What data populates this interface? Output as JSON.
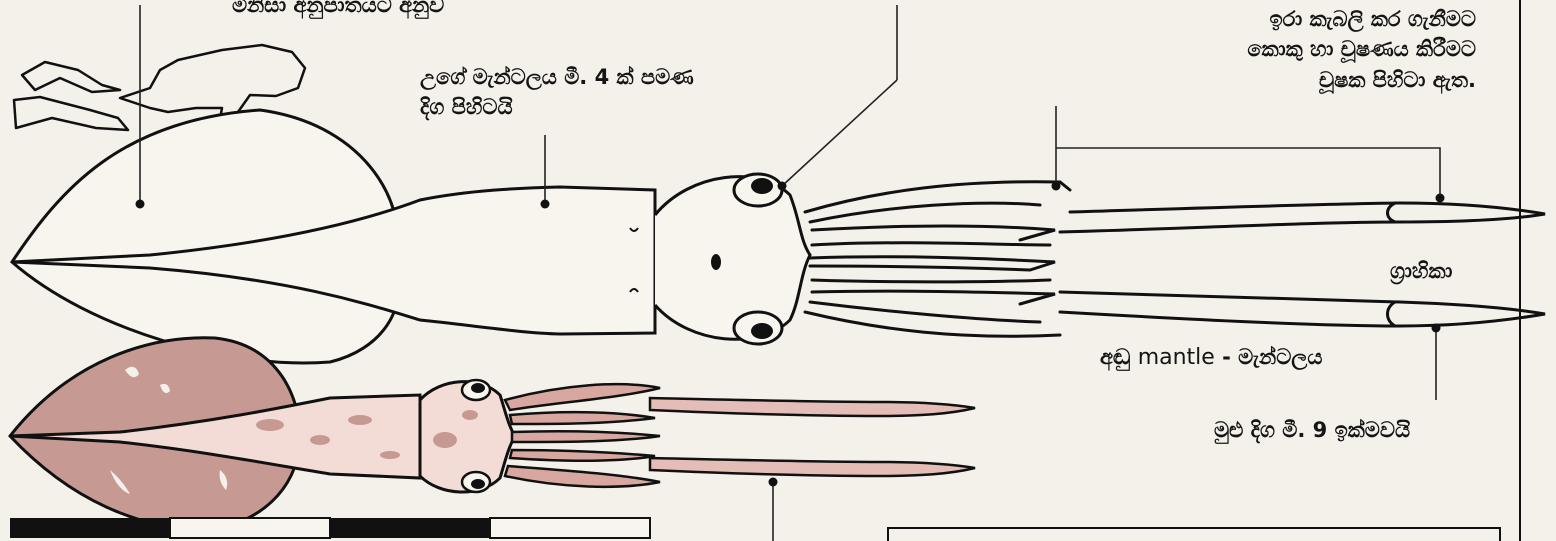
{
  "labels": {
    "scale_note": "මිනිසා අනුපාතයට අනුව",
    "mantle_length_line1": "උගේ මැන්ටලය මී. 4 ක් පමණ",
    "mantle_length_line2": "දිග පිහිටයි",
    "suckers_line1": "ඉරා කැබලි කර ගැනීමට",
    "suckers_line2": "කොකු හා චූෂණය කිරීමට",
    "suckers_line3": "චූෂක පිහිටා ඇත.",
    "tentacle": "ග්‍රාහිකා",
    "fin_prefix": "අඬු",
    "fin_english": "mantle",
    "fin_suffix": "- මැන්ටලය",
    "total_length": "මුළු දිග මී. 9 ඉක්මවයි"
  },
  "colors": {
    "background": "#f4f1ea",
    "ink": "#151515",
    "small_squid_fill": "#c69a92"
  }
}
